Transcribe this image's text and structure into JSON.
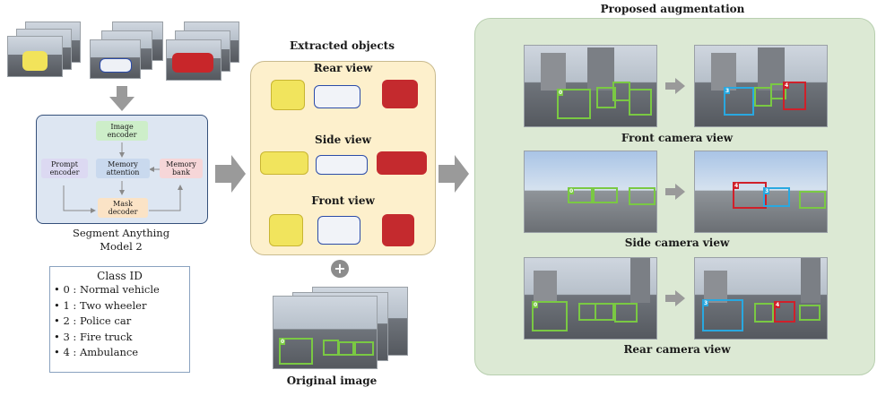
{
  "sam": {
    "image_encoder": "Image\nencoder",
    "prompt_encoder": "Prompt\nencoder",
    "memory_attention": "Memory\nattention",
    "memory_bank": "Memory\nbank",
    "mask_decoder": "Mask\ndecoder",
    "caption": "Segment Anything\nModel 2"
  },
  "class_id": {
    "title": "Class ID",
    "items": [
      "• 0 : Normal vehicle",
      "• 1 : Two wheeler",
      "• 2 : Police car",
      "• 3 : Fire truck",
      "• 4 : Ambulance"
    ]
  },
  "extracted": {
    "title": "Extracted objects",
    "rear_view": "Rear view",
    "side_view": "Side view",
    "front_view": "Front view"
  },
  "plus": "+",
  "original_image": "Original image",
  "augmentation": {
    "title": "Proposed augmentation",
    "front_camera": "Front camera view",
    "side_camera": "Side camera view",
    "rear_camera": "Rear camera view"
  },
  "bbox_labels": {
    "normal": "0",
    "fire_truck": "3",
    "ambulance": "4"
  },
  "colors": {
    "normal_vehicle_box": "#7ac943",
    "fire_truck_box": "#29a8e0",
    "ambulance_box": "#d0202a",
    "extracted_panel": "#fdf0cc",
    "augmentation_panel": "#dce9d4",
    "sam_panel": "#dde6f2",
    "arrow": "#9a9a9a"
  }
}
